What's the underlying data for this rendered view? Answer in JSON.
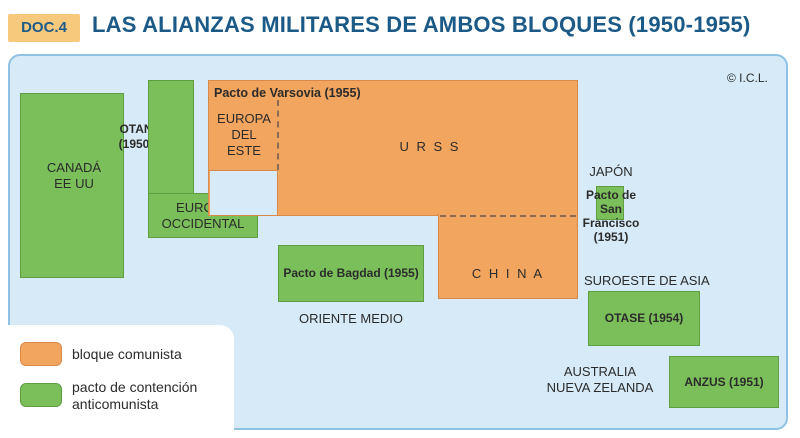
{
  "header": {
    "badge": "DOC.4",
    "title": "LAS ALIANZAS MILITARES DE AMBOS BLOQUES (1950-1955)"
  },
  "map": {
    "copyright": "© I.C.L.",
    "regions": {
      "canada_us": [
        "CANADÁ",
        "EE UU"
      ],
      "europa_occidental": [
        "EUROPA",
        "OCCIDENTAL"
      ],
      "europa_del_este": [
        "EUROPA",
        "DEL",
        "ESTE"
      ],
      "urss": "U R S S",
      "china": "C H I N A",
      "oriente_medio": "ORIENTE MEDIO",
      "japon": "JAPÓN",
      "suroeste_asia": "SUROESTE DE ASIA",
      "australia": [
        "AUSTRALIA",
        "NUEVA ZELANDA"
      ]
    },
    "pacts": {
      "otan": [
        "OTAN",
        "(1950)"
      ],
      "varsovia": "Pacto de Varsovia (1955)",
      "bagdad": "Pacto de Bagdad (1955)",
      "san_francisco": [
        "Pacto",
        "de",
        "San",
        "Francisco",
        "(1951)"
      ],
      "otase": "OTASE (1954)",
      "anzus": "ANZUS (1951)"
    },
    "colors": {
      "communist": "#f2a55e",
      "containment": "#7bbf5a",
      "sea": "#d6eaf7",
      "title": "#1b5a86"
    }
  },
  "legend": {
    "items": [
      {
        "label": "bloque comunista",
        "color": "#f2a55e"
      },
      {
        "label_lines": [
          "pacto de contención",
          "anticomunista"
        ],
        "color": "#7bbf5a"
      }
    ]
  }
}
